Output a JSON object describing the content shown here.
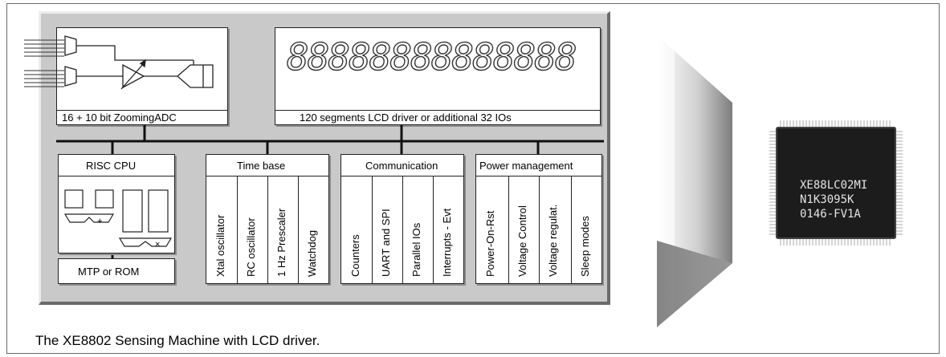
{
  "caption": "The XE8802 Sensing Machine with LCD driver.",
  "blocks": {
    "adc": "16 + 10 bit ZoomingADC",
    "lcd": "120 segments LCD driver or additional 32 IOs",
    "cpu": "RISC CPU",
    "memory": "MTP or ROM",
    "time_base": {
      "title": "Time base",
      "items": [
        "Xtal oscillator",
        "RC oscillator",
        "1 Hz Prescaler",
        "Watchdog"
      ]
    },
    "communication": {
      "title": "Communication",
      "items": [
        "Counters",
        "UART and SPI",
        "Parallel IOs",
        "Interrupts - Evt"
      ]
    },
    "power": {
      "title": "Power management",
      "items": [
        "Power-On-Rst",
        "Voltage Control",
        "Voltage regulat.",
        "Sleep modes"
      ]
    }
  },
  "cpu_symbols": [
    "+",
    "×"
  ],
  "chip_marking": [
    "XE88LC02MI",
    "N1K3095K",
    "0146-FV1A"
  ],
  "lcd_digits": "88888888888888",
  "colors": {
    "panel": "#c9c9c9",
    "chip": "#1c1c1c",
    "chip_text": "#e4e4e4",
    "arrow_shade": "#8a8a8a"
  }
}
